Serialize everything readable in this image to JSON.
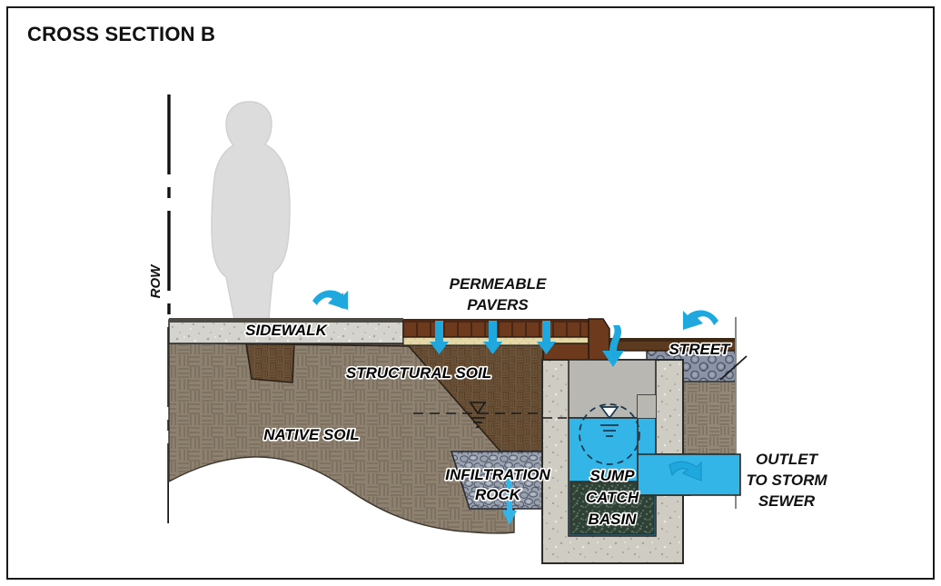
{
  "figure": {
    "title": "CROSS SECTION B",
    "type": "engineering-cross-section",
    "border_color": "#1a1a1a",
    "background": "#ffffff"
  },
  "annotations": {
    "row": "ROW",
    "sidewalk": "SIDEWALK",
    "permeable_pavers_line1": "PERMEABLE",
    "permeable_pavers_line2": "PAVERS",
    "structural_soil": "STRUCTURAL SOIL",
    "native_soil": "NATIVE SOIL",
    "infiltration_rock_line1": "INFILTRATION",
    "infiltration_rock_line2": "ROCK",
    "street": "STREET",
    "sump_line1": "SUMP",
    "sump_line2": "CATCH",
    "sump_line3": "BASIN",
    "outlet_line1": "OUTLET",
    "outlet_line2": "TO STORM",
    "outlet_line3": "SEWER"
  },
  "icons": {
    "person": "person-silhouette-icon",
    "flow_right_top": "flow-arrow-right-icon",
    "flow_right_street": "flow-arrow-left-icon",
    "flow_down_paver_1": "flow-arrow-down-icon",
    "flow_down_paver_2": "flow-arrow-down-icon",
    "flow_down_paver_3": "flow-arrow-down-icon",
    "flow_down_catchbasin": "flow-arrow-down-curved-icon",
    "flow_down_infiltration": "flow-arrow-down-thin-icon",
    "flow_right_outlet": "flow-arrow-right-icon",
    "water_table_soil": "water-table-symbol-icon",
    "water_table_sump": "water-table-symbol-icon",
    "enlargement_circle": "dashed-circle-icon",
    "leader_line_street_base": "leader-line-icon",
    "row_line": "right-of-way-dashed-line-icon"
  },
  "colors": {
    "water": "#33b5e8",
    "arrow": "#1fa8de",
    "sidewalk_concrete": "#d5d3cd",
    "structural_soil": "#6f5338",
    "native_soil": "#8e8170",
    "paver": "#6d3a1d",
    "paver_bedding": "#e4d7a8",
    "infiltration_rock": "#9099a8",
    "catch_basin_concrete": "#cfccc4",
    "catch_basin_void": "#b9b7b2",
    "sediment": "#2f4034",
    "asphalt": "#5b3a20",
    "street_base": "#8b94a6",
    "person": "#dcdcdc",
    "outline": "#1a1a1a"
  }
}
